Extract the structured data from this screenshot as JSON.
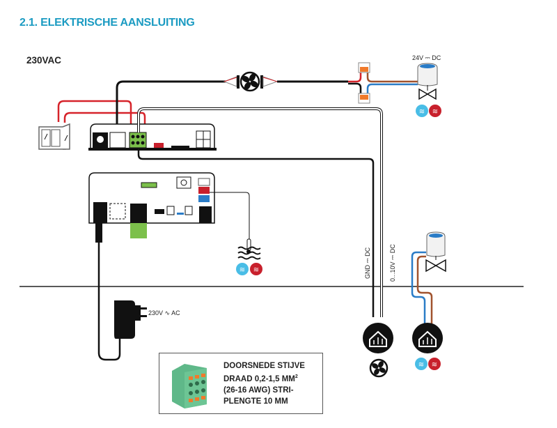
{
  "header": {
    "section_title": "2.1.  ELEKTRISCHE AANSLUITING",
    "supply_label": "230VAC"
  },
  "labels": {
    "actuator_top_voltage": "24V ⎓ DC",
    "gnd_dc": "GND ⎓ DC",
    "analog_dc": "0...10V ⎓ DC",
    "adapter_voltage": "230V ∿ AC"
  },
  "spec_box": {
    "line1": "DOORSNEDE STIJVE",
    "line2": "DRAAD 0,2-1,5 MM",
    "line2_sup": "2",
    "line3": "(26-16 AWG) STRI-",
    "line4": "PLENGTE 10 MM"
  },
  "components": {
    "fan_inline": "fan-icon",
    "window_contact": "window-icon",
    "main_board": "controller-board",
    "io_board": "io-board",
    "actuator_top": "thermal-actuator-valve",
    "actuator_bottom": "thermal-actuator-valve",
    "water_sensor": "water-temperature-sensor-icon",
    "power_adapter": "plug-adapter-icon",
    "room_unit_fan": "house-sensor-icon",
    "room_unit_heat": "house-sensor-icon",
    "terminal_block": "green-terminal-connector"
  },
  "colors": {
    "title": "#1b9bc2",
    "wire_red": "#d6232a",
    "wire_blue": "#2a7cc7",
    "wire_brown": "#a0522d",
    "cool": "#49bde6",
    "heat": "#c8202c",
    "terminal_green": "#7cc04b",
    "connector_orange": "#f07a2b"
  }
}
